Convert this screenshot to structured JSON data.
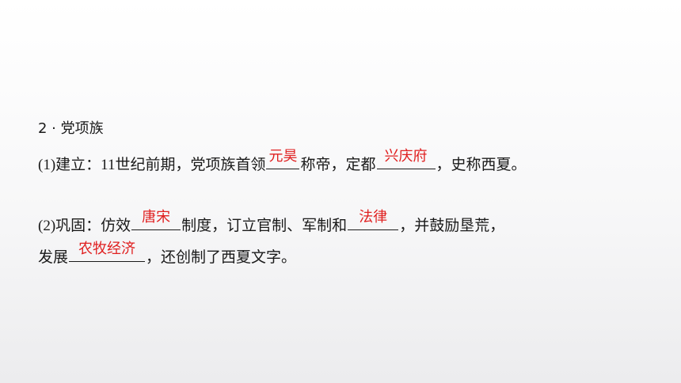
{
  "section": {
    "heading": "2 · 党项族"
  },
  "item1": {
    "label": "(1)",
    "part_a": "建立：",
    "century": "11",
    "part_b": "世纪前期，党项族首领",
    "answer1": "元昊",
    "part_c": "称帝，定都",
    "answer2": "兴庆府",
    "part_d": "，史称西夏。"
  },
  "item2": {
    "label": "(2)",
    "part_a": "巩固：仿效",
    "answer1": "唐宋",
    "part_b": "制度，订立官制、军制和",
    "answer2": "法律",
    "part_c": "，并鼓励垦荒，",
    "part_d": "发展",
    "answer3": "农牧经济",
    "part_e": "，还创制了西夏文字。"
  },
  "colors": {
    "answer": "#e02020",
    "text": "#1a1a1a"
  }
}
